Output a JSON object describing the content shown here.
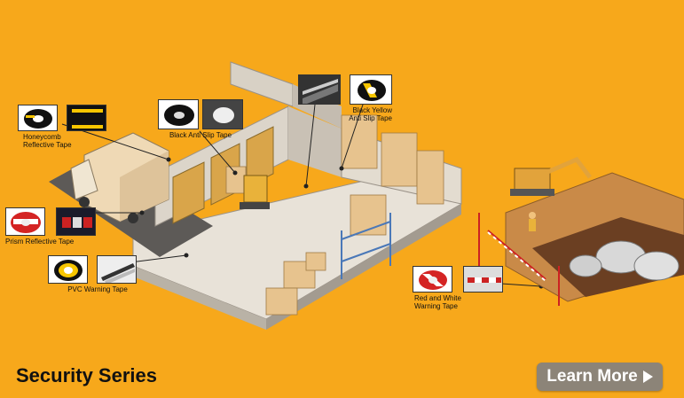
{
  "banner": {
    "title": "Security Series",
    "button_label": "Learn More",
    "background_color": "#F7A81B"
  },
  "callouts": [
    {
      "id": "honeycomb",
      "label_line1": "Honeycomb",
      "label_line2": "Reflective Tape"
    },
    {
      "id": "black-anti-slip",
      "label_line1": "Black Anti Slip Tape",
      "label_line2": ""
    },
    {
      "id": "black-yellow-anti-slip",
      "label_line1": "Black Yellow",
      "label_line2": "Anti Slip Tape"
    },
    {
      "id": "prism-reflective",
      "label_line1": "Prism Reflective Tape",
      "label_line2": ""
    },
    {
      "id": "pvc-warning",
      "label_line1": "PVC Warning Tape",
      "label_line2": ""
    },
    {
      "id": "red-white-warning",
      "label_line1": "Red and White",
      "label_line2": "Warning Tape"
    }
  ]
}
